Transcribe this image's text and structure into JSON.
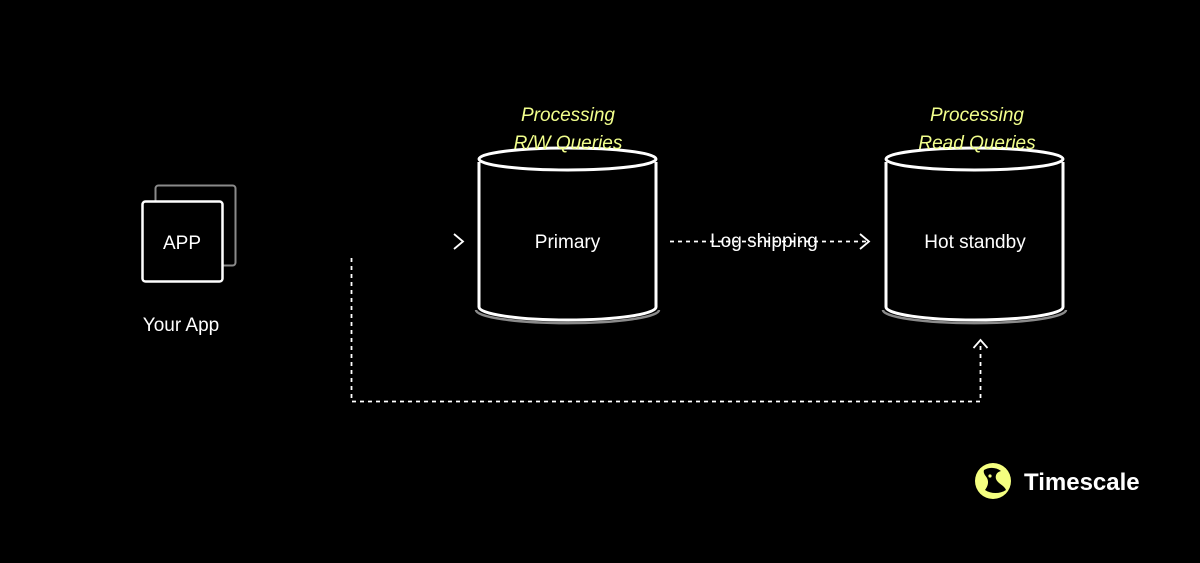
{
  "app": {
    "box_label": "APP",
    "caption": "Your App"
  },
  "primary": {
    "label": "Primary",
    "annotation_line1": "Processing",
    "annotation_line2": "R/W Queries"
  },
  "standby": {
    "label": "Hot standby",
    "annotation_line1": "Processing",
    "annotation_line2": "Read Queries"
  },
  "connections": {
    "log_shipping_label": "Log shipping"
  },
  "brand": {
    "name": "Timescale",
    "logo_icon": "timescale-logo-icon"
  },
  "colors": {
    "background": "#000000",
    "foreground": "#ffffff",
    "accent": "#f2ff8c",
    "brand_icon": "#f5ff80"
  }
}
